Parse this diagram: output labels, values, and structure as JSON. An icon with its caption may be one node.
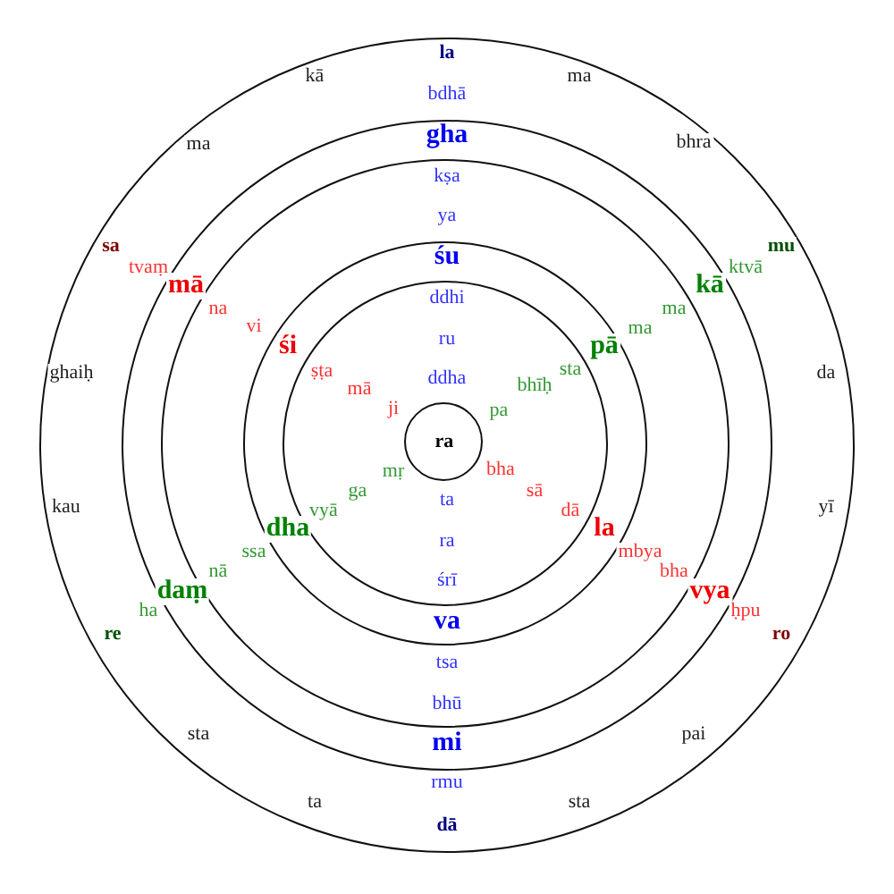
{
  "diagram": {
    "nodes": [
      {
        "text": [],
        "shape": "circle"
      },
      {
        "text": [],
        "shape": "circle",
        "in": 0
      },
      {
        "text": [],
        "shape": "circle",
        "in": 1
      },
      {
        "text": [],
        "shape": "circle",
        "in": 2
      },
      {
        "text": [],
        "shape": "circle",
        "in": 3
      },
      {
        "text": [
          "ra"
        ],
        "in": 4
      }
    ],
    "labels": [
      "la",
      "kā",
      "ma",
      "bdhā",
      "gha",
      "ma",
      "bhra",
      "kṣa",
      "ya",
      "sa",
      "mu",
      "śu",
      "tvaṃ",
      "ktvā",
      "mā",
      "kā",
      "ddhi",
      "na",
      "ma",
      "vi",
      "ma",
      "ru",
      "śi",
      "pā",
      "ghaiḥ",
      "ṣṭa",
      "ddha",
      "sta",
      "da",
      "mā",
      "bhīḥ",
      "ji",
      "pa",
      "mṛ",
      "bha",
      "ga",
      "sā",
      "kau",
      "vyā",
      "ta",
      "dā",
      "yī",
      "dha",
      "la",
      "ra",
      "ssa",
      "mbya",
      "nā",
      "bha",
      "śrī",
      "daṃ",
      "vya",
      "ha",
      "ḥpu",
      "va",
      "re",
      "ro",
      "tsa",
      "bhū",
      "sta",
      "mi",
      "pai",
      "rmu",
      "ta",
      "sta",
      "dā"
    ]
  }
}
